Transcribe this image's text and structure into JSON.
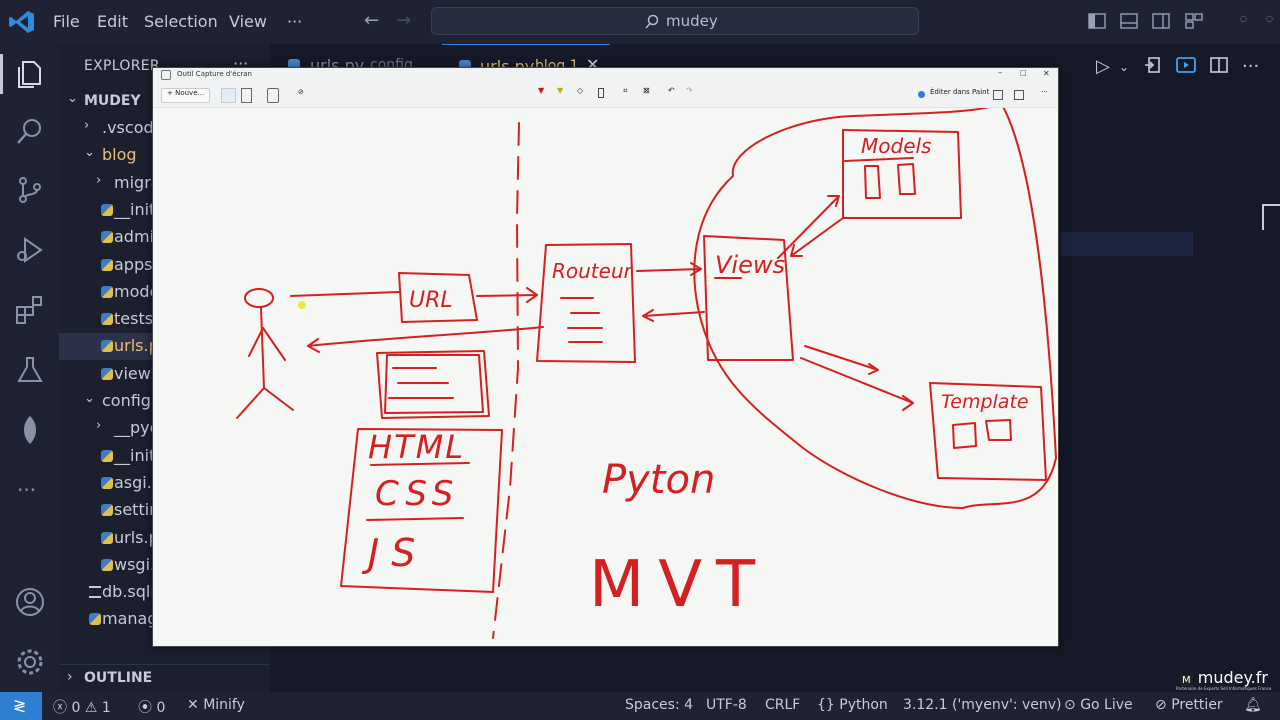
{
  "titlebar": {
    "menu": [
      "File",
      "Edit",
      "Selection",
      "View"
    ],
    "more": "···",
    "search": "mudey"
  },
  "explorer": {
    "title": "EXPLORER",
    "more": "···",
    "workspace": "MUDEY",
    "items": [
      {
        "label": ".vscode",
        "kind": "folder",
        "indent": 1,
        "open": false
      },
      {
        "label": "blog",
        "kind": "folder",
        "indent": 1,
        "open": true
      },
      {
        "label": "migra",
        "kind": "folder",
        "indent": 2,
        "open": false
      },
      {
        "label": "__init_",
        "kind": "py",
        "indent": 2
      },
      {
        "label": "admin",
        "kind": "py",
        "indent": 2
      },
      {
        "label": "apps.p",
        "kind": "py",
        "indent": 2
      },
      {
        "label": "mode",
        "kind": "py",
        "indent": 2
      },
      {
        "label": "tests.p",
        "kind": "py",
        "indent": 2
      },
      {
        "label": "urls.py",
        "kind": "py",
        "indent": 2,
        "selected": true
      },
      {
        "label": "views",
        "kind": "py",
        "indent": 2
      },
      {
        "label": "config",
        "kind": "folder",
        "indent": 1,
        "open": true
      },
      {
        "label": "__pyc",
        "kind": "folder",
        "indent": 2,
        "open": false
      },
      {
        "label": "__init_",
        "kind": "py",
        "indent": 2
      },
      {
        "label": "asgi.p",
        "kind": "py",
        "indent": 2
      },
      {
        "label": "settin",
        "kind": "py",
        "indent": 2
      },
      {
        "label": "urls.py",
        "kind": "py",
        "indent": 2
      },
      {
        "label": "wsgi.p",
        "kind": "py",
        "indent": 2
      },
      {
        "label": "db.sqlit",
        "kind": "db",
        "indent": 1
      },
      {
        "label": "manag",
        "kind": "py",
        "indent": 1
      }
    ],
    "outline": "OUTLINE"
  },
  "tabs": [
    {
      "label": "urls.py",
      "desc": "config"
    },
    {
      "label": "urls.py",
      "desc": "blog 1",
      "active": true
    }
  ],
  "snip": {
    "title": "Outil Capture d'écran",
    "new_label": "Nouve...",
    "edit_label": "Éditer dans Paint"
  },
  "drawing": {
    "url": "URL",
    "router": "Routeur",
    "views": "Views",
    "models": "Models",
    "template": "Template",
    "html": "HTML",
    "css": "CSS",
    "js": "JS",
    "python": "Pyton",
    "mvt": "MVT"
  },
  "status": {
    "errors": "0",
    "warnings": "1",
    "ports": "0",
    "minify": "Minify",
    "spaces": "Spaces: 4",
    "encoding": "UTF-8",
    "eol": "CRLF",
    "language": "Python",
    "interpreter": "3.12.1 ('myenv': venv)",
    "golive": "Go Live",
    "prettier": "Prettier"
  },
  "watermark": {
    "brand": "mudey.fr",
    "sub": "Partenaire de Experts Sell Informatiques France"
  },
  "colors": {
    "accent": "#2d7fd1",
    "ink": "#d42020",
    "sel": "#e5c07b"
  }
}
